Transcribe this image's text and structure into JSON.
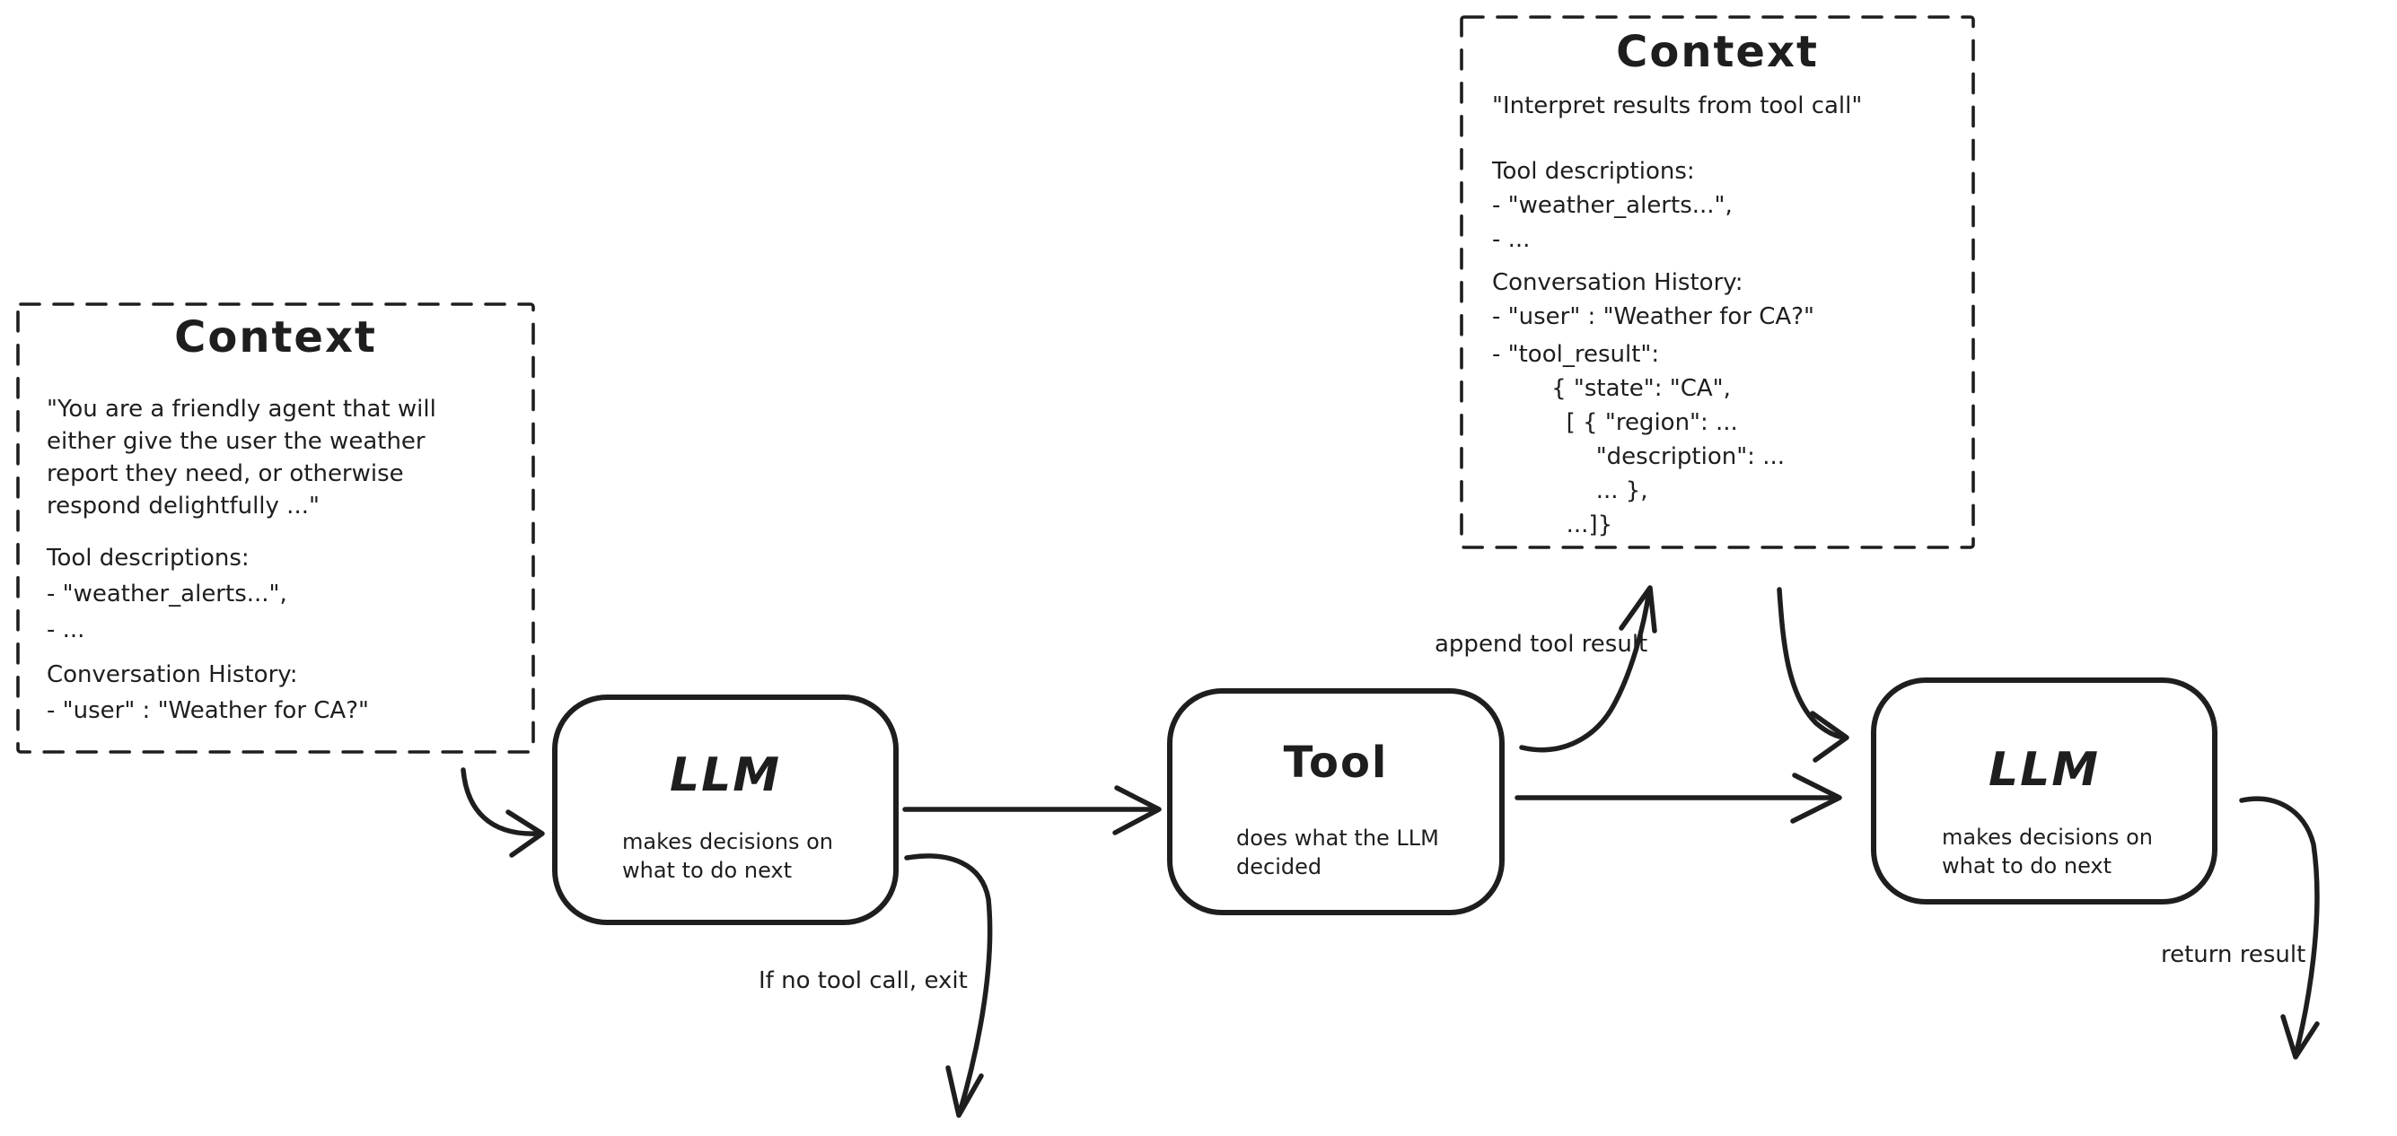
{
  "colors": {
    "ink": "#1e1e1e",
    "background": "#ffffff"
  },
  "context_box_1": {
    "title": "Context",
    "system_prompt": "\"You are a friendly agent that will\neither give the user the weather\nreport they need, or otherwise\nrespond delightfully ...\"",
    "tool_descriptions": "Tool descriptions:\n- \"weather_alerts...\",\n- ...",
    "conversation_history": "Conversation History:\n- \"user\" : \"Weather for CA?\""
  },
  "context_box_2": {
    "title": "Context",
    "system_prompt": "\"Interpret results from tool call\"",
    "tool_descriptions": "Tool descriptions:\n- \"weather_alerts...\",\n- ...",
    "conversation_history": "Conversation History:\n- \"user\" : \"Weather for CA?\"",
    "tool_result": "- \"tool_result\":\n        { \"state\": \"CA\",\n          [ { \"region\": ...\n              \"description\": ...\n              ... },\n          ...]}"
  },
  "llm_node_1": {
    "title": "LLM",
    "subtitle": "makes decisions on\nwhat to do next"
  },
  "tool_node": {
    "title": "Tool",
    "subtitle": "does what the LLM\ndecided"
  },
  "llm_node_2": {
    "title": "LLM",
    "subtitle": "makes decisions on\nwhat to do next"
  },
  "edge_labels": {
    "append_tool_result": "append tool result",
    "no_tool_call_exit": "If no tool call, exit",
    "return_result": "return result"
  }
}
